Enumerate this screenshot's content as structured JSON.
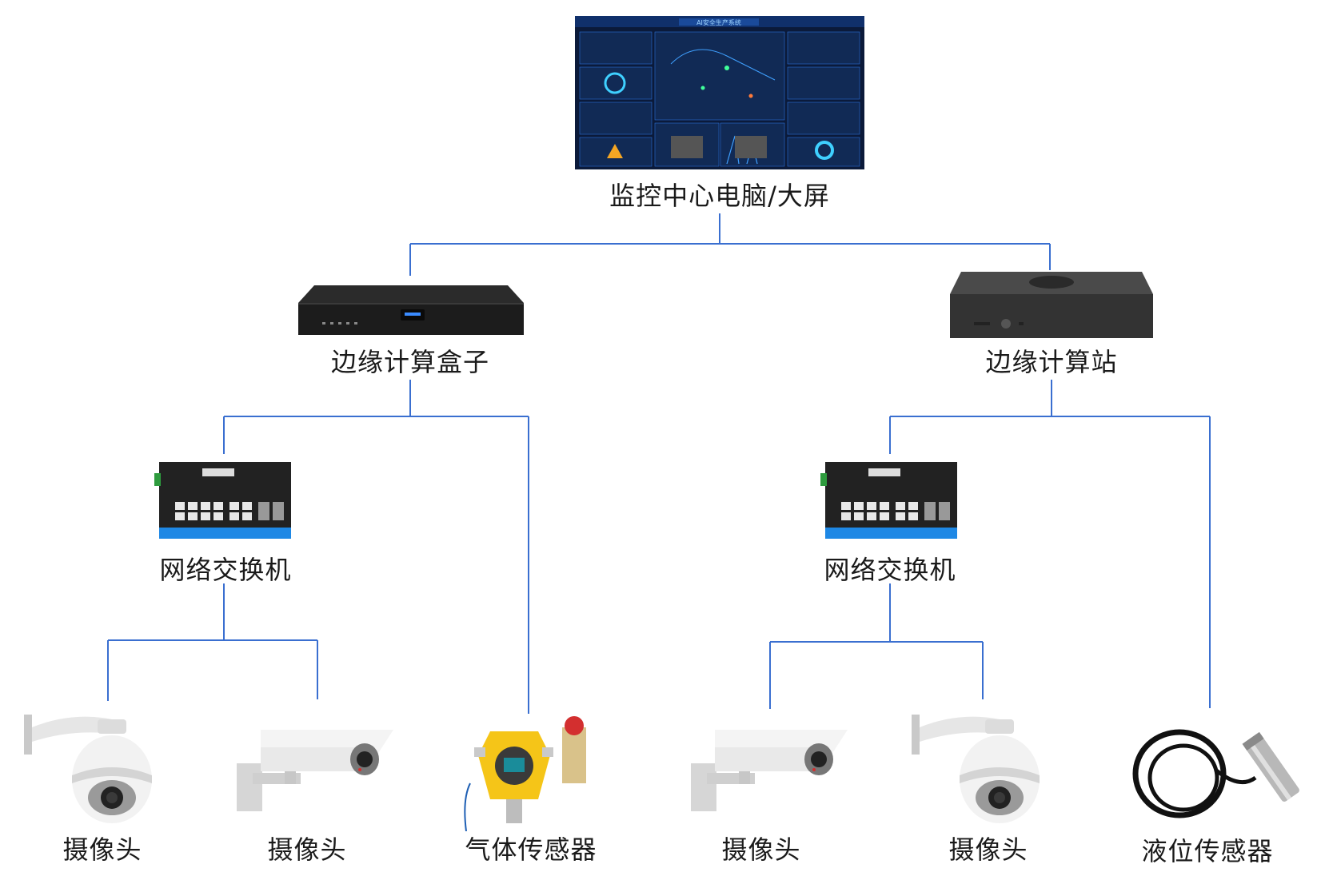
{
  "title_node": {
    "label": "监控中心电脑/大屏",
    "screen_title": "AI安全生产系统"
  },
  "edge_box": {
    "label": "边缘计算盒子"
  },
  "edge_station": {
    "label": "边缘计算站"
  },
  "switch_left": {
    "label": "网络交换机"
  },
  "switch_right": {
    "label": "网络交换机"
  },
  "devices": [
    {
      "label": "摄像头"
    },
    {
      "label": "摄像头"
    },
    {
      "label": "气体传感器"
    },
    {
      "label": "摄像头"
    },
    {
      "label": "摄像头"
    },
    {
      "label": "液位传感器"
    }
  ],
  "colors": {
    "line": "#3a6fd0",
    "screen_bg": "#0b1a3a",
    "switch_accent": "#1e88e5"
  }
}
